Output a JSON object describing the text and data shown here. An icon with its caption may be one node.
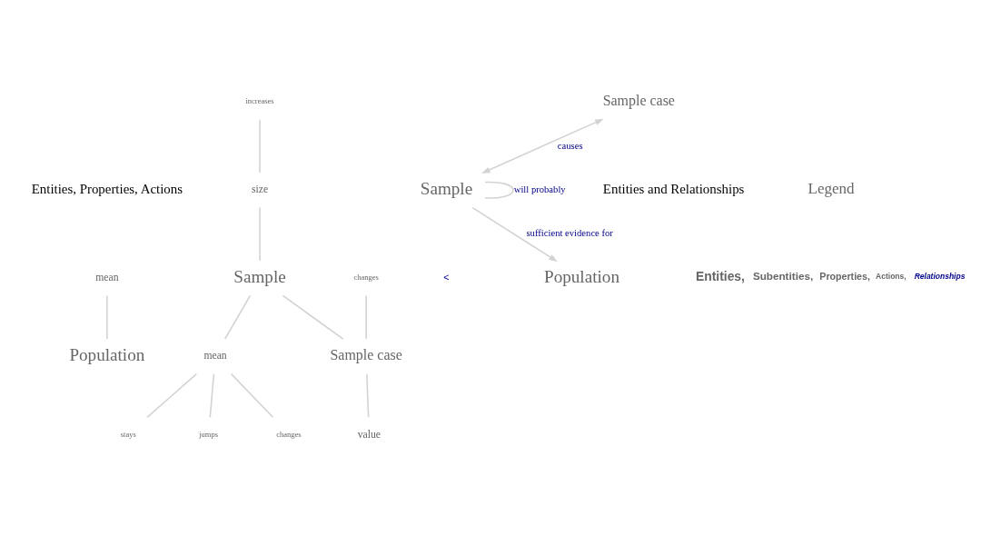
{
  "diagram": {
    "nodes": [
      {
        "text": [
          "mean"
        ]
      },
      {
        "text": [
          "Population"
        ]
      },
      {
        "text": [
          "increases"
        ]
      },
      {
        "text": [
          "size"
        ]
      },
      {
        "text": [
          "Sample"
        ]
      },
      {
        "text": [
          "stays"
        ]
      },
      {
        "text": [
          "mean"
        ]
      },
      {
        "text": [
          "jumps"
        ]
      },
      {
        "text": [
          "changes"
        ]
      },
      {
        "text": [
          "Sample case"
        ]
      },
      {
        "text": [
          "changes"
        ]
      },
      {
        "text": [
          "value"
        ]
      },
      {
        "text": [
          "Population"
        ]
      },
      {
        "text": [
          "Sample"
        ]
      },
      {
        "text": [
          "Sample case"
        ]
      }
    ],
    "edges": [
      {
        "from": 0,
        "to": 1,
        "arrow": "none"
      },
      {
        "from": 2,
        "to": 3,
        "arrow": "none"
      },
      {
        "from": 3,
        "to": 4,
        "arrow": "none"
      },
      {
        "from": 4,
        "to": 6,
        "arrow": "none"
      },
      {
        "from": 6,
        "to": 5,
        "arrow": "none"
      },
      {
        "from": 6,
        "to": 7,
        "arrow": "none"
      },
      {
        "from": 6,
        "to": 10,
        "arrow": "none"
      },
      {
        "from": 4,
        "to": 9,
        "arrow": "none"
      },
      {
        "from": 8,
        "to": 9,
        "arrow": "none"
      },
      {
        "from": 9,
        "to": 11,
        "arrow": "none"
      },
      {
        "from": 13,
        "to": 12,
        "arrow": "to",
        "label": "sufficient evidence for"
      },
      {
        "from": 13,
        "to": 13,
        "arrow": "none",
        "label": "will probably"
      },
      {
        "from": 14,
        "to": 13,
        "arrow": "both",
        "label": "causes"
      }
    ],
    "labels": [
      "Entities, Properties, Actions",
      "Entities and Relationships",
      "<",
      "Legend",
      "Entities,",
      "Subentities,",
      "Properties,",
      "Actions,",
      "Relationships"
    ]
  }
}
